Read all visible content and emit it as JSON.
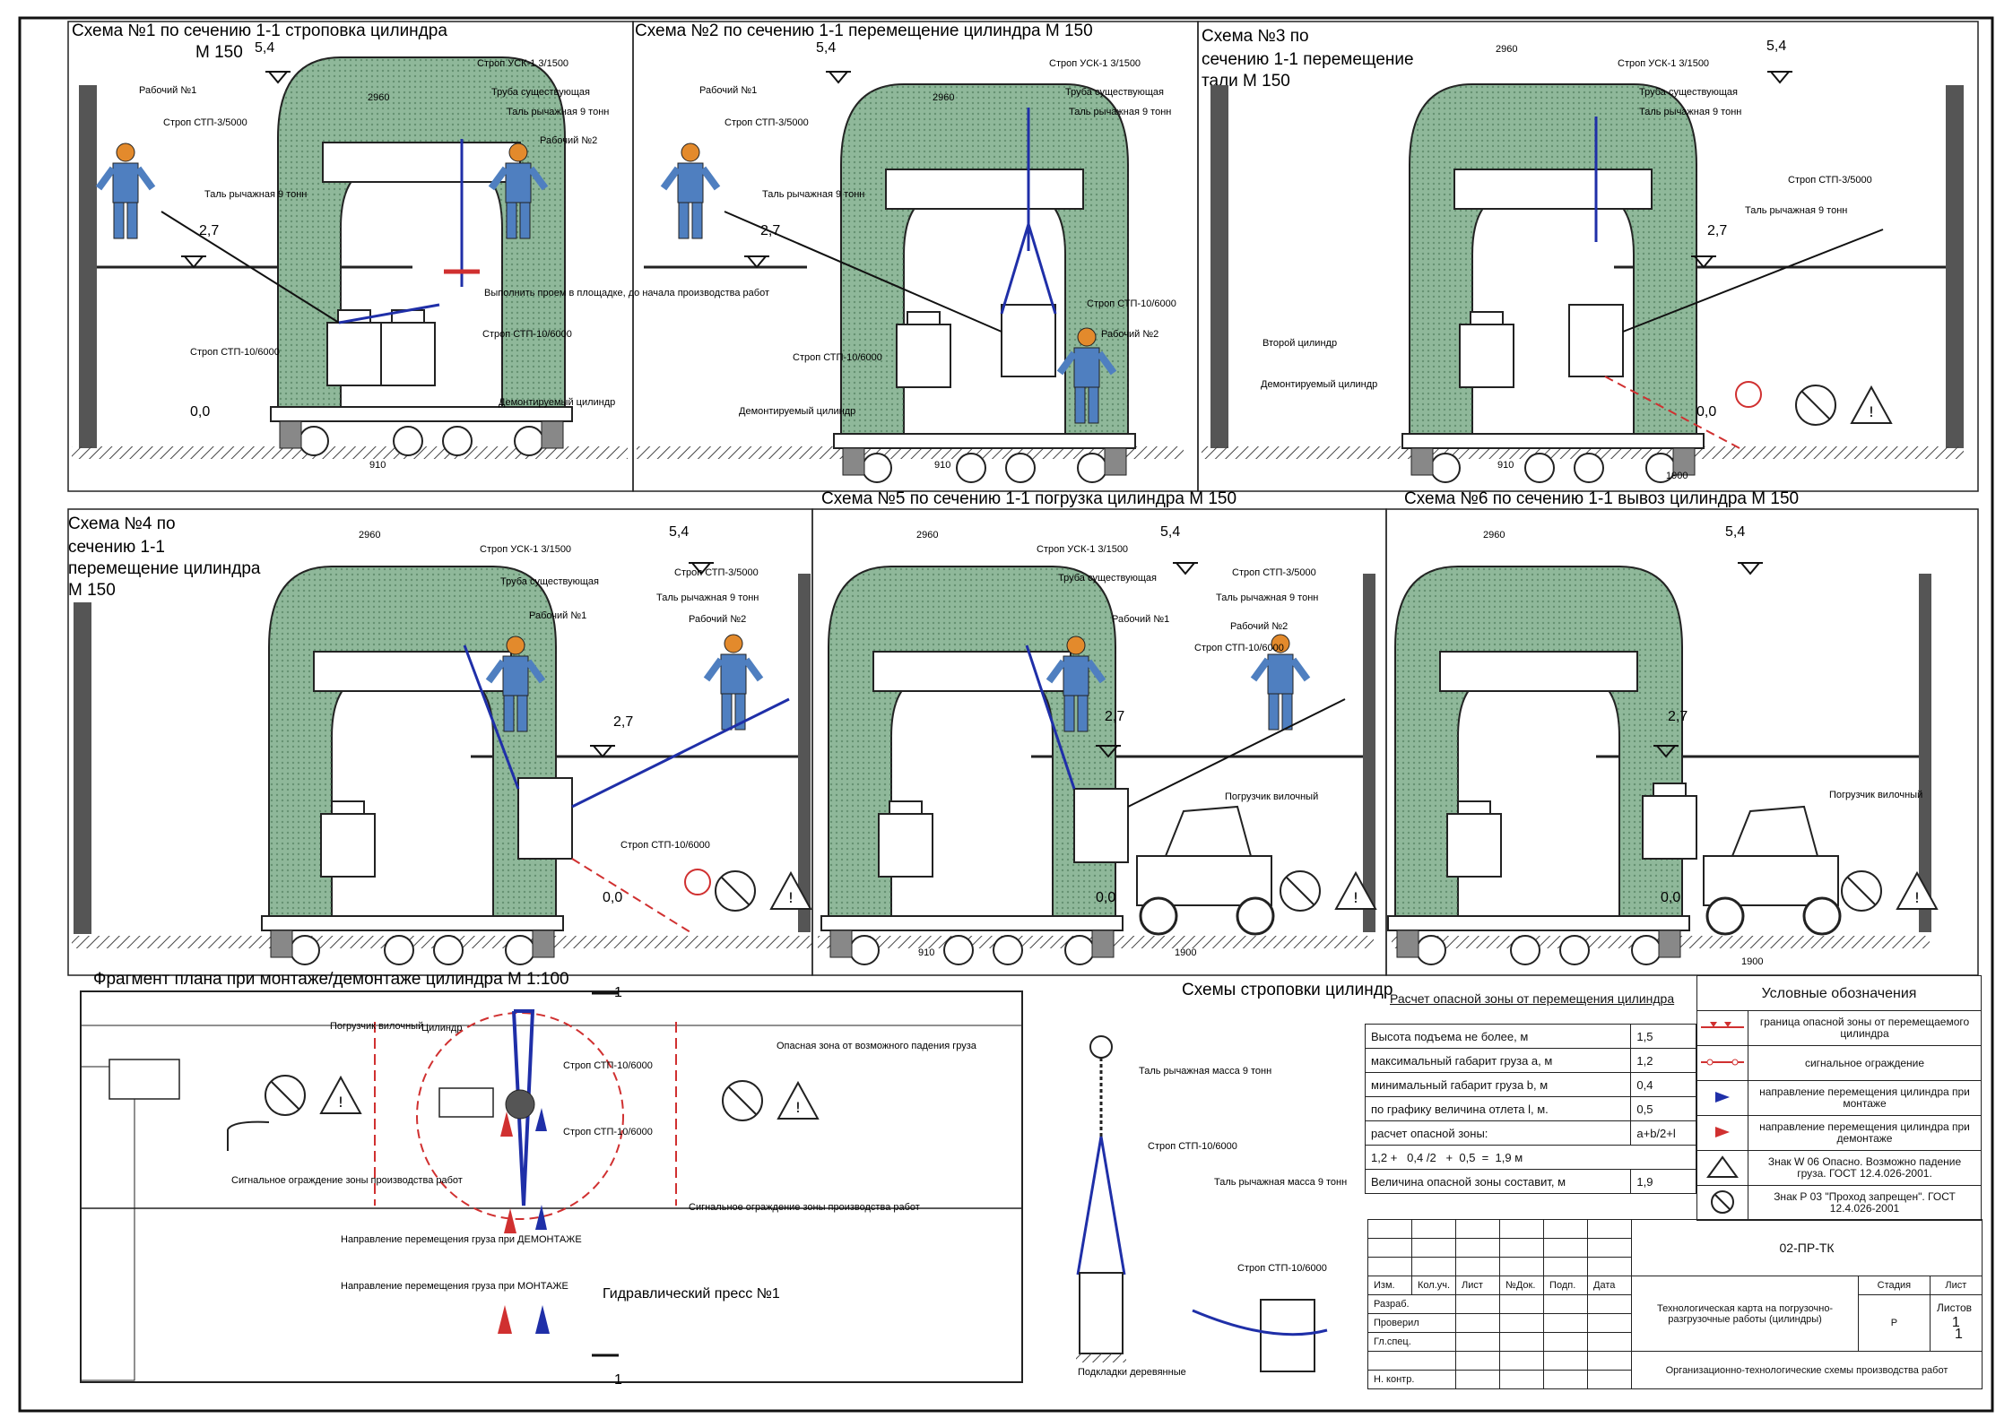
{
  "schemes": [
    {
      "title": "Схема №1 по сечению 1-1 строповка цилиндра",
      "title2": "М 150"
    },
    {
      "title": "Схема №2 по сечению 1-1 перемещение цилиндра М 150"
    },
    {
      "title": "Схема №3  по",
      "title2": "сечению 1-1 перемещение",
      "title3": "тали М 150"
    },
    {
      "title": "Схема №4  по",
      "title2": "сечению 1-1",
      "title3": "перемещение цилиндра",
      "title4": "М 150"
    },
    {
      "title": "Схема №5  по сечению 1-1 погрузка цилиндра М 150"
    },
    {
      "title": "Схема №6 по сечению 1-1 вывоз цилиндра М 150"
    }
  ],
  "labels": {
    "worker1": "Рабочий №1",
    "worker2": "Рабочий №2",
    "sling_stp3": "Строп СТП-3/5000",
    "sling_stp10": "Строп СТП-10/6000",
    "sling_usk": "Строп УСК-1 3/1500",
    "pipe": "Труба существующая",
    "hoist": "Таль рычажная 9 тонн",
    "hoist_short": "Таль рычажная 9 тонн",
    "dismantled": "Демонтируемый цилиндр",
    "second_cyl": "Второй цилиндр",
    "opening": "Выполнить проем в площадке, до начала производства работ",
    "loader": "Погрузчик вилочный",
    "sling_stp10_split": "Строп СТП-10/6000",
    "elev_54": "5,4",
    "elev_27": "2,7",
    "elev_00": "0,0",
    "dim_2960": "2960",
    "dim_910": "910",
    "dim_1900": "1900"
  },
  "plan": {
    "title": "Фрагмент плана при монтаже/демонтаже цилиндра М 1:100",
    "press": "Гидравлический пресс №1",
    "loader": "Погрузчик вилочный",
    "cylinder": "Цилиндр",
    "sling1": "Строп СТП-10/6000",
    "sling2": "Строп СТП-10/6000",
    "danger": "Опасная зона от возможного падения груза",
    "fence_left": "Сигнальное ограждение зоны производства работ",
    "fence_right": "Сигнальное ограждение зоны производства работ",
    "dir_dismount": "Направление перемещения груза при ДЕМОНТАЖЕ",
    "dir_mount": "Направление перемещения груза при МОНТАЖЕ",
    "section": "1"
  },
  "rigging": {
    "title": "Схемы строповки цилиндр",
    "hoist_mass": "Таль рычажная масса 9 тонн",
    "sling": "Строп СТП-10/6000",
    "hoist_mass2": "Таль рычажная масса 9 тонн",
    "sling2": "Строп СТП-10/6000",
    "pads": "Подкладки деревянные"
  },
  "calc": {
    "title": "Расчет опасной зоны от перемещения цилиндра",
    "rows": [
      {
        "name": "Высота подъема не более, м",
        "value": "1,5"
      },
      {
        "name": "максимальный габарит груза а, м",
        "value": "1,2"
      },
      {
        "name": "минимальный габарит груза b, м",
        "value": "0,4"
      },
      {
        "name": "по графику величина отлета l, м.",
        "value": "0,5"
      },
      {
        "name": "расчет опасной зоны:",
        "value": "a+b/2+l"
      }
    ],
    "formula": {
      "a": "1,2",
      "plus1": "+",
      "b": "0,4",
      "div": "/2",
      "plus2": "+",
      "l": "0,5",
      "eq": "=",
      "res": "1,9",
      "unit": "м"
    },
    "total_name": "Величина опасной зоны составит, м",
    "total_value": "1,9"
  },
  "legend": {
    "title": "Условные обозначения",
    "items": [
      {
        "text": "граница опасной зоны от перемещаемого цилиндра"
      },
      {
        "text": "сигнальное ограждение"
      },
      {
        "text": "направление перемещения цилиндра при монтаже"
      },
      {
        "text": "направление перемещения цилиндра при демонтаже"
      },
      {
        "text": "Знак W 06 Опасно. Возможно падение груза. ГОСТ 12.4.026-2001."
      },
      {
        "text": "Знак Р 03 \"Проход запрещен\". ГОСТ 12.4.026-2001"
      }
    ]
  },
  "stamp": {
    "code": "02-ПР-ТК",
    "cols": [
      "Изм.",
      "Кол.уч.",
      "Лист",
      "№Док.",
      "Подп.",
      "Дата"
    ],
    "roles": [
      "Разраб.",
      "Проверил",
      "Гл.спец.",
      "",
      "Н. контр."
    ],
    "doc_title": "Технологическая карта на погрузочно-разгрузочные работы (цилиндры)",
    "sheet_title": "Организационно-технологические схемы производства работ",
    "stage_h": "Стадия",
    "sheet_h": "Лист",
    "sheets_h": "Листов",
    "stage": "Р",
    "sheet": "1",
    "sheets": "1"
  },
  "colors": {
    "press": "#8fb89a",
    "sling": "#1f2fa8",
    "danger": "#d03030",
    "hatch": "#555555"
  }
}
